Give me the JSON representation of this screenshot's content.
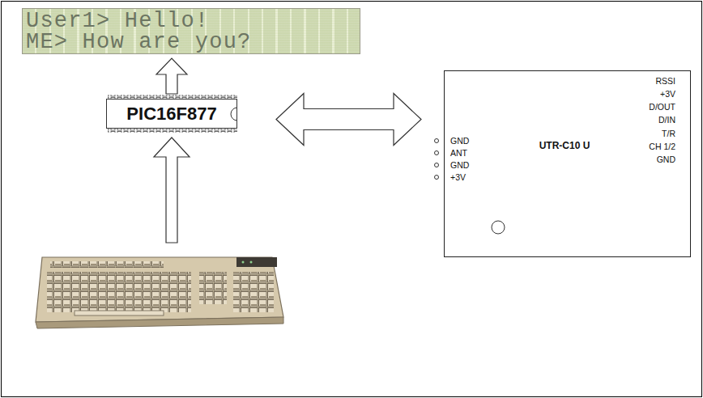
{
  "diagram": {
    "nodes": [
      {
        "text": [
          "User1> Hello!",
          "ME> How are you?"
        ]
      },
      {
        "text": [
          "PIC16F877"
        ]
      },
      {
        "text": [
          "UTR-C10 U"
        ]
      }
    ],
    "edges": [
      {
        "from": 1,
        "to": 0,
        "arrow": "to"
      },
      {
        "from": 1,
        "to": 2,
        "arrow": "both"
      }
    ],
    "labels": [
      "GND",
      "ANT",
      "GND",
      "+3V",
      "RSSI",
      "+3V",
      "D/OUT",
      "D/IN",
      "T/R",
      "CH 1/2",
      "GND"
    ]
  }
}
